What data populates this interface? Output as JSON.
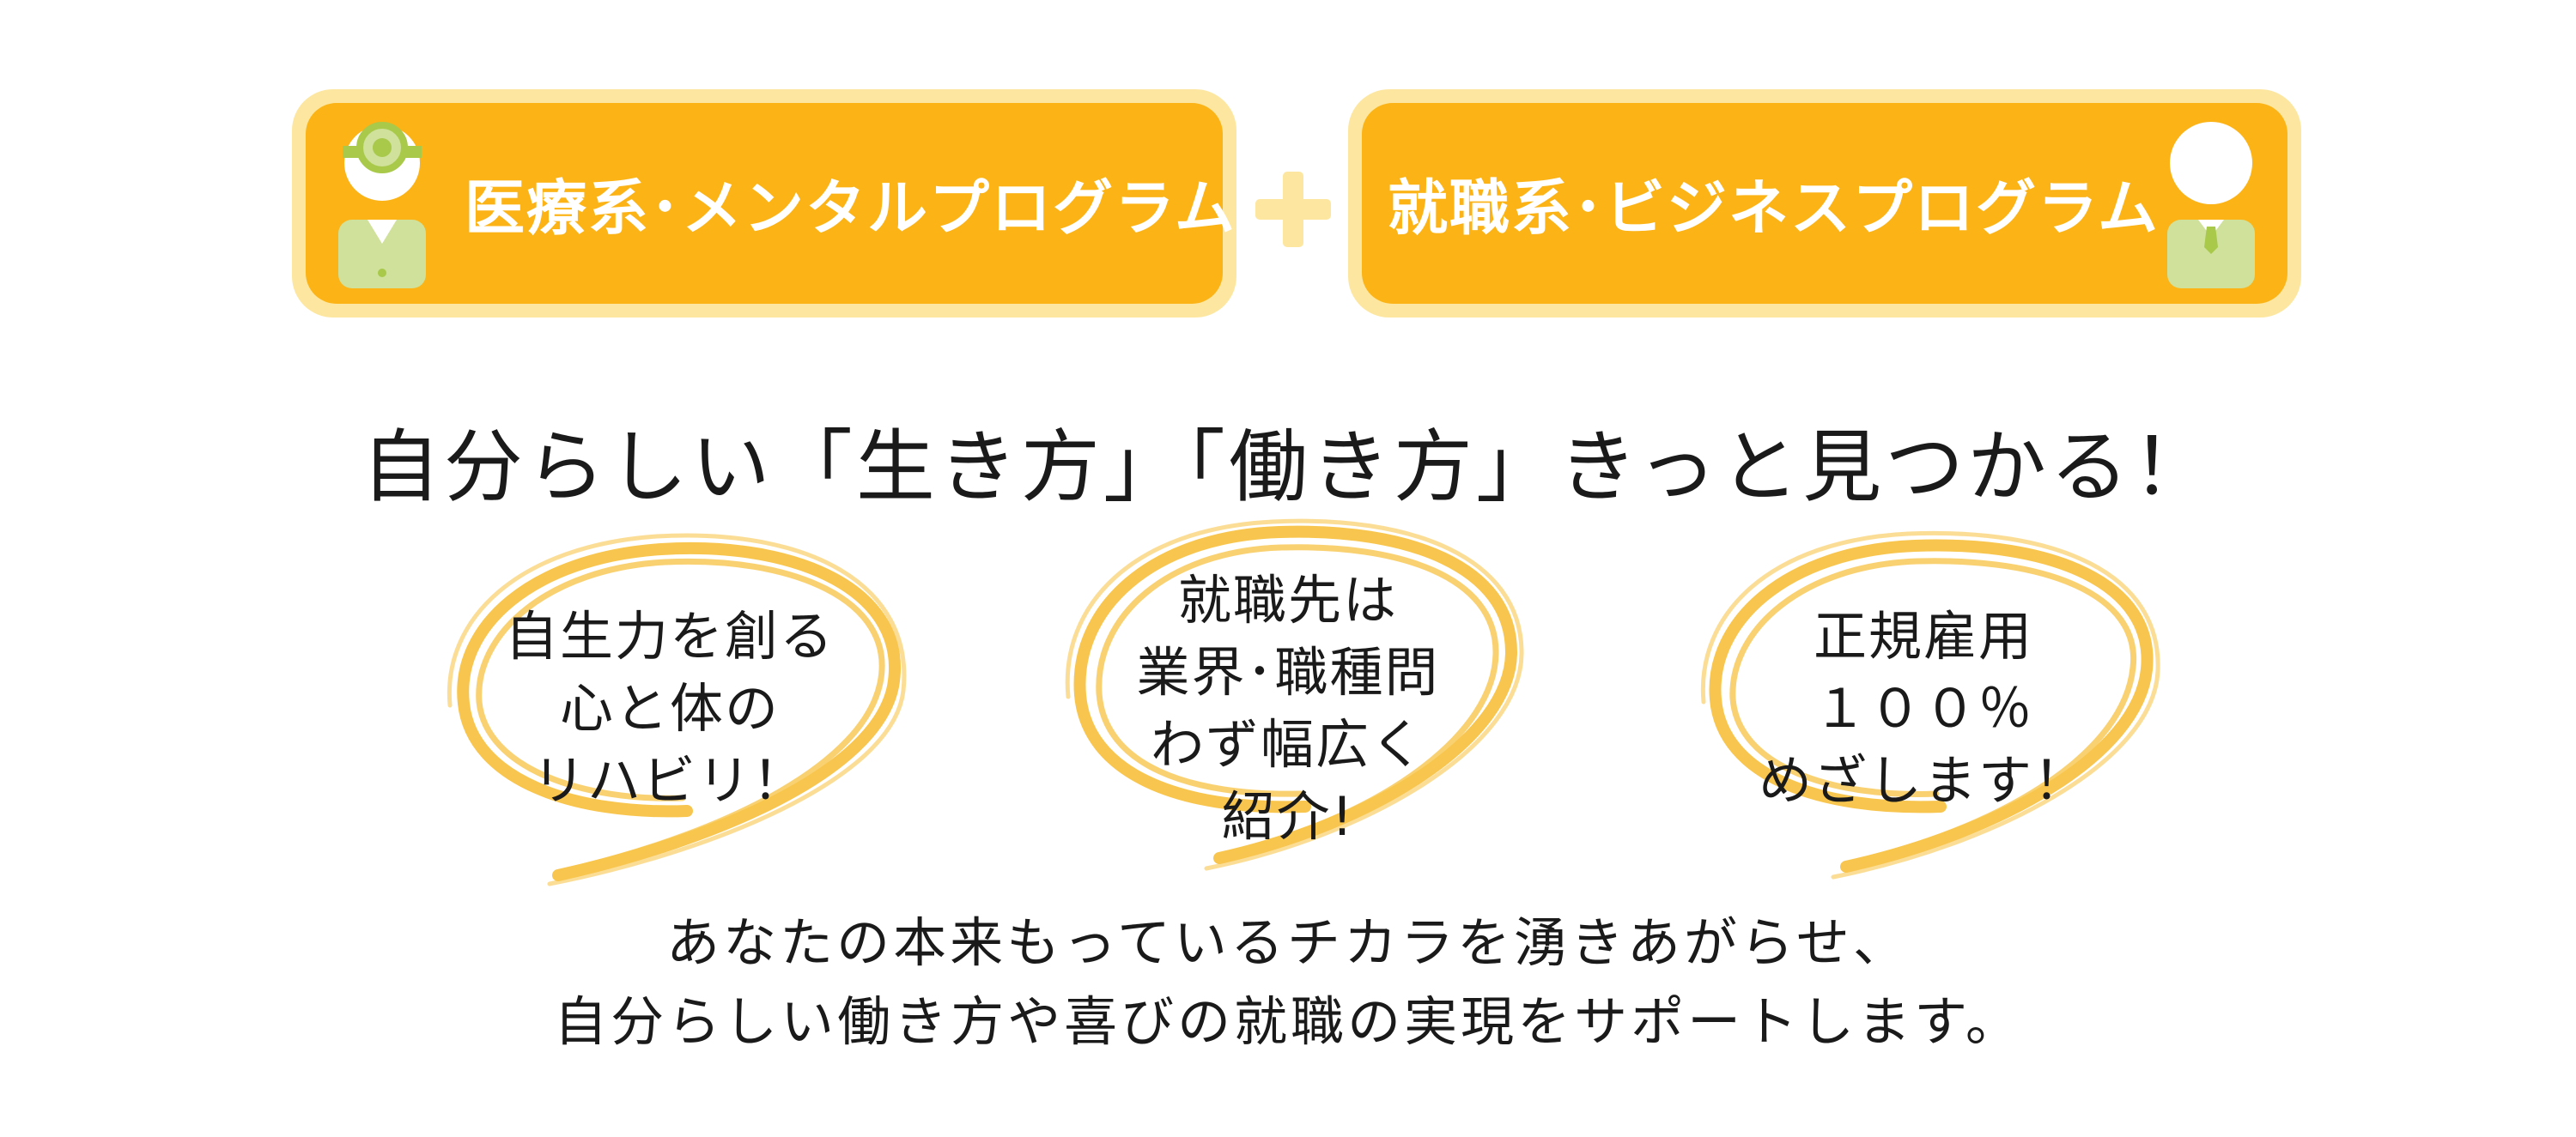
{
  "programs": {
    "left_label": "医療系･メンタルプログラム",
    "right_label": "就職系･ビジネスプログラム"
  },
  "headline": "自分らしい「生き方」「働き方」きっと見つかる！",
  "features": [
    {
      "lines": [
        "自生力を創る",
        "心と体の",
        "リハビリ！"
      ]
    },
    {
      "lines": [
        "就職先は",
        "業界･職種問",
        "わず幅広く",
        "紹介!"
      ]
    },
    {
      "lines": [
        "正規雇用",
        "１００％",
        "めざします！"
      ]
    }
  ],
  "closing": {
    "line1": "あなたの本来もっているチカラを湧きあがらせ、",
    "line2": "自分らしい働き方や喜びの就職の実現をサポートします。"
  },
  "colors": {
    "orange": "#fcb316",
    "pale_yellow": "#fde7a0",
    "green": "#a8c94a",
    "light_green": "#cfe19a",
    "scribble": "#f8c64e"
  }
}
